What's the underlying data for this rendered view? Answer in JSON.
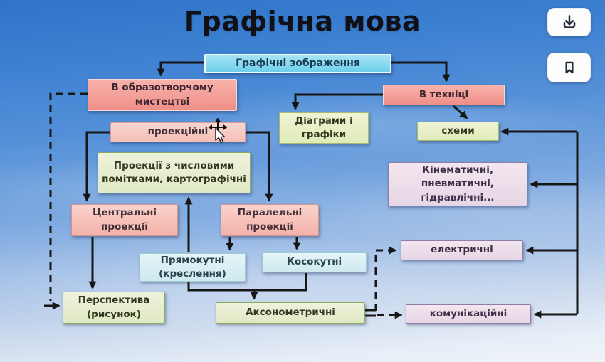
{
  "title": "Графічна мова",
  "toolbar": {
    "buttons": [
      {
        "name": "download-button",
        "icon": "download-icon"
      },
      {
        "name": "bookmark-button",
        "icon": "bookmark-icon"
      }
    ]
  },
  "cursor": {
    "type": "move-pointer-cursor"
  },
  "diagram": {
    "nodes": {
      "graphic_images": "Графічні зображення",
      "fine_arts": "В образотворчому мистецтві",
      "technics": "В техніці",
      "projection": "проекційні",
      "diagrams": "Діаграми і графіки",
      "schemes": "схеми",
      "numeric_marks": "Проекції з числовими помітками, картографічні",
      "kinematic": "Кінематичні, пневматичні, гідравлічні...",
      "central": "Центральні проекції",
      "parallel": "Паралельні проекції",
      "rectangular": "Прямокутні (креслення)",
      "oblique": "Косокутні",
      "electric": "електричні",
      "perspective": "Перспектива (рисунок)",
      "axonometric": "Аксонометричні",
      "communication": "комунікаційні"
    },
    "colors": {
      "background_top": "#2f74c9",
      "background_bottom": "#f0f4f9",
      "root_box": "#6fcfec",
      "branch_box": "#ee8f88",
      "projection_box": "#f3c0b8",
      "green_box": "#e1ebba",
      "pale_cyan_box": "#cdeaf0",
      "lavender_box": "#e7d6e5",
      "arrow": "#161616"
    }
  }
}
